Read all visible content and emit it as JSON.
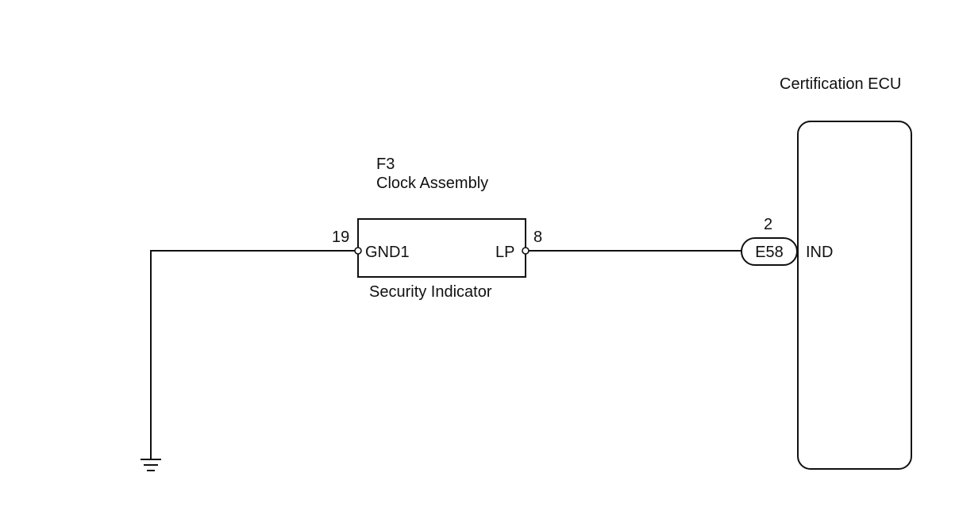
{
  "ecu": {
    "title": "Certification ECU",
    "terminal_name": "IND"
  },
  "component": {
    "code": "F3",
    "name": "Clock Assembly",
    "function": "Security Indicator",
    "left_pin": {
      "number": "19",
      "name": "GND1"
    },
    "right_pin": {
      "number": "8",
      "name": "LP"
    }
  },
  "connector": {
    "code": "E58",
    "pin_number": "2"
  },
  "ground": {
    "icon": "ground-symbol-icon"
  }
}
